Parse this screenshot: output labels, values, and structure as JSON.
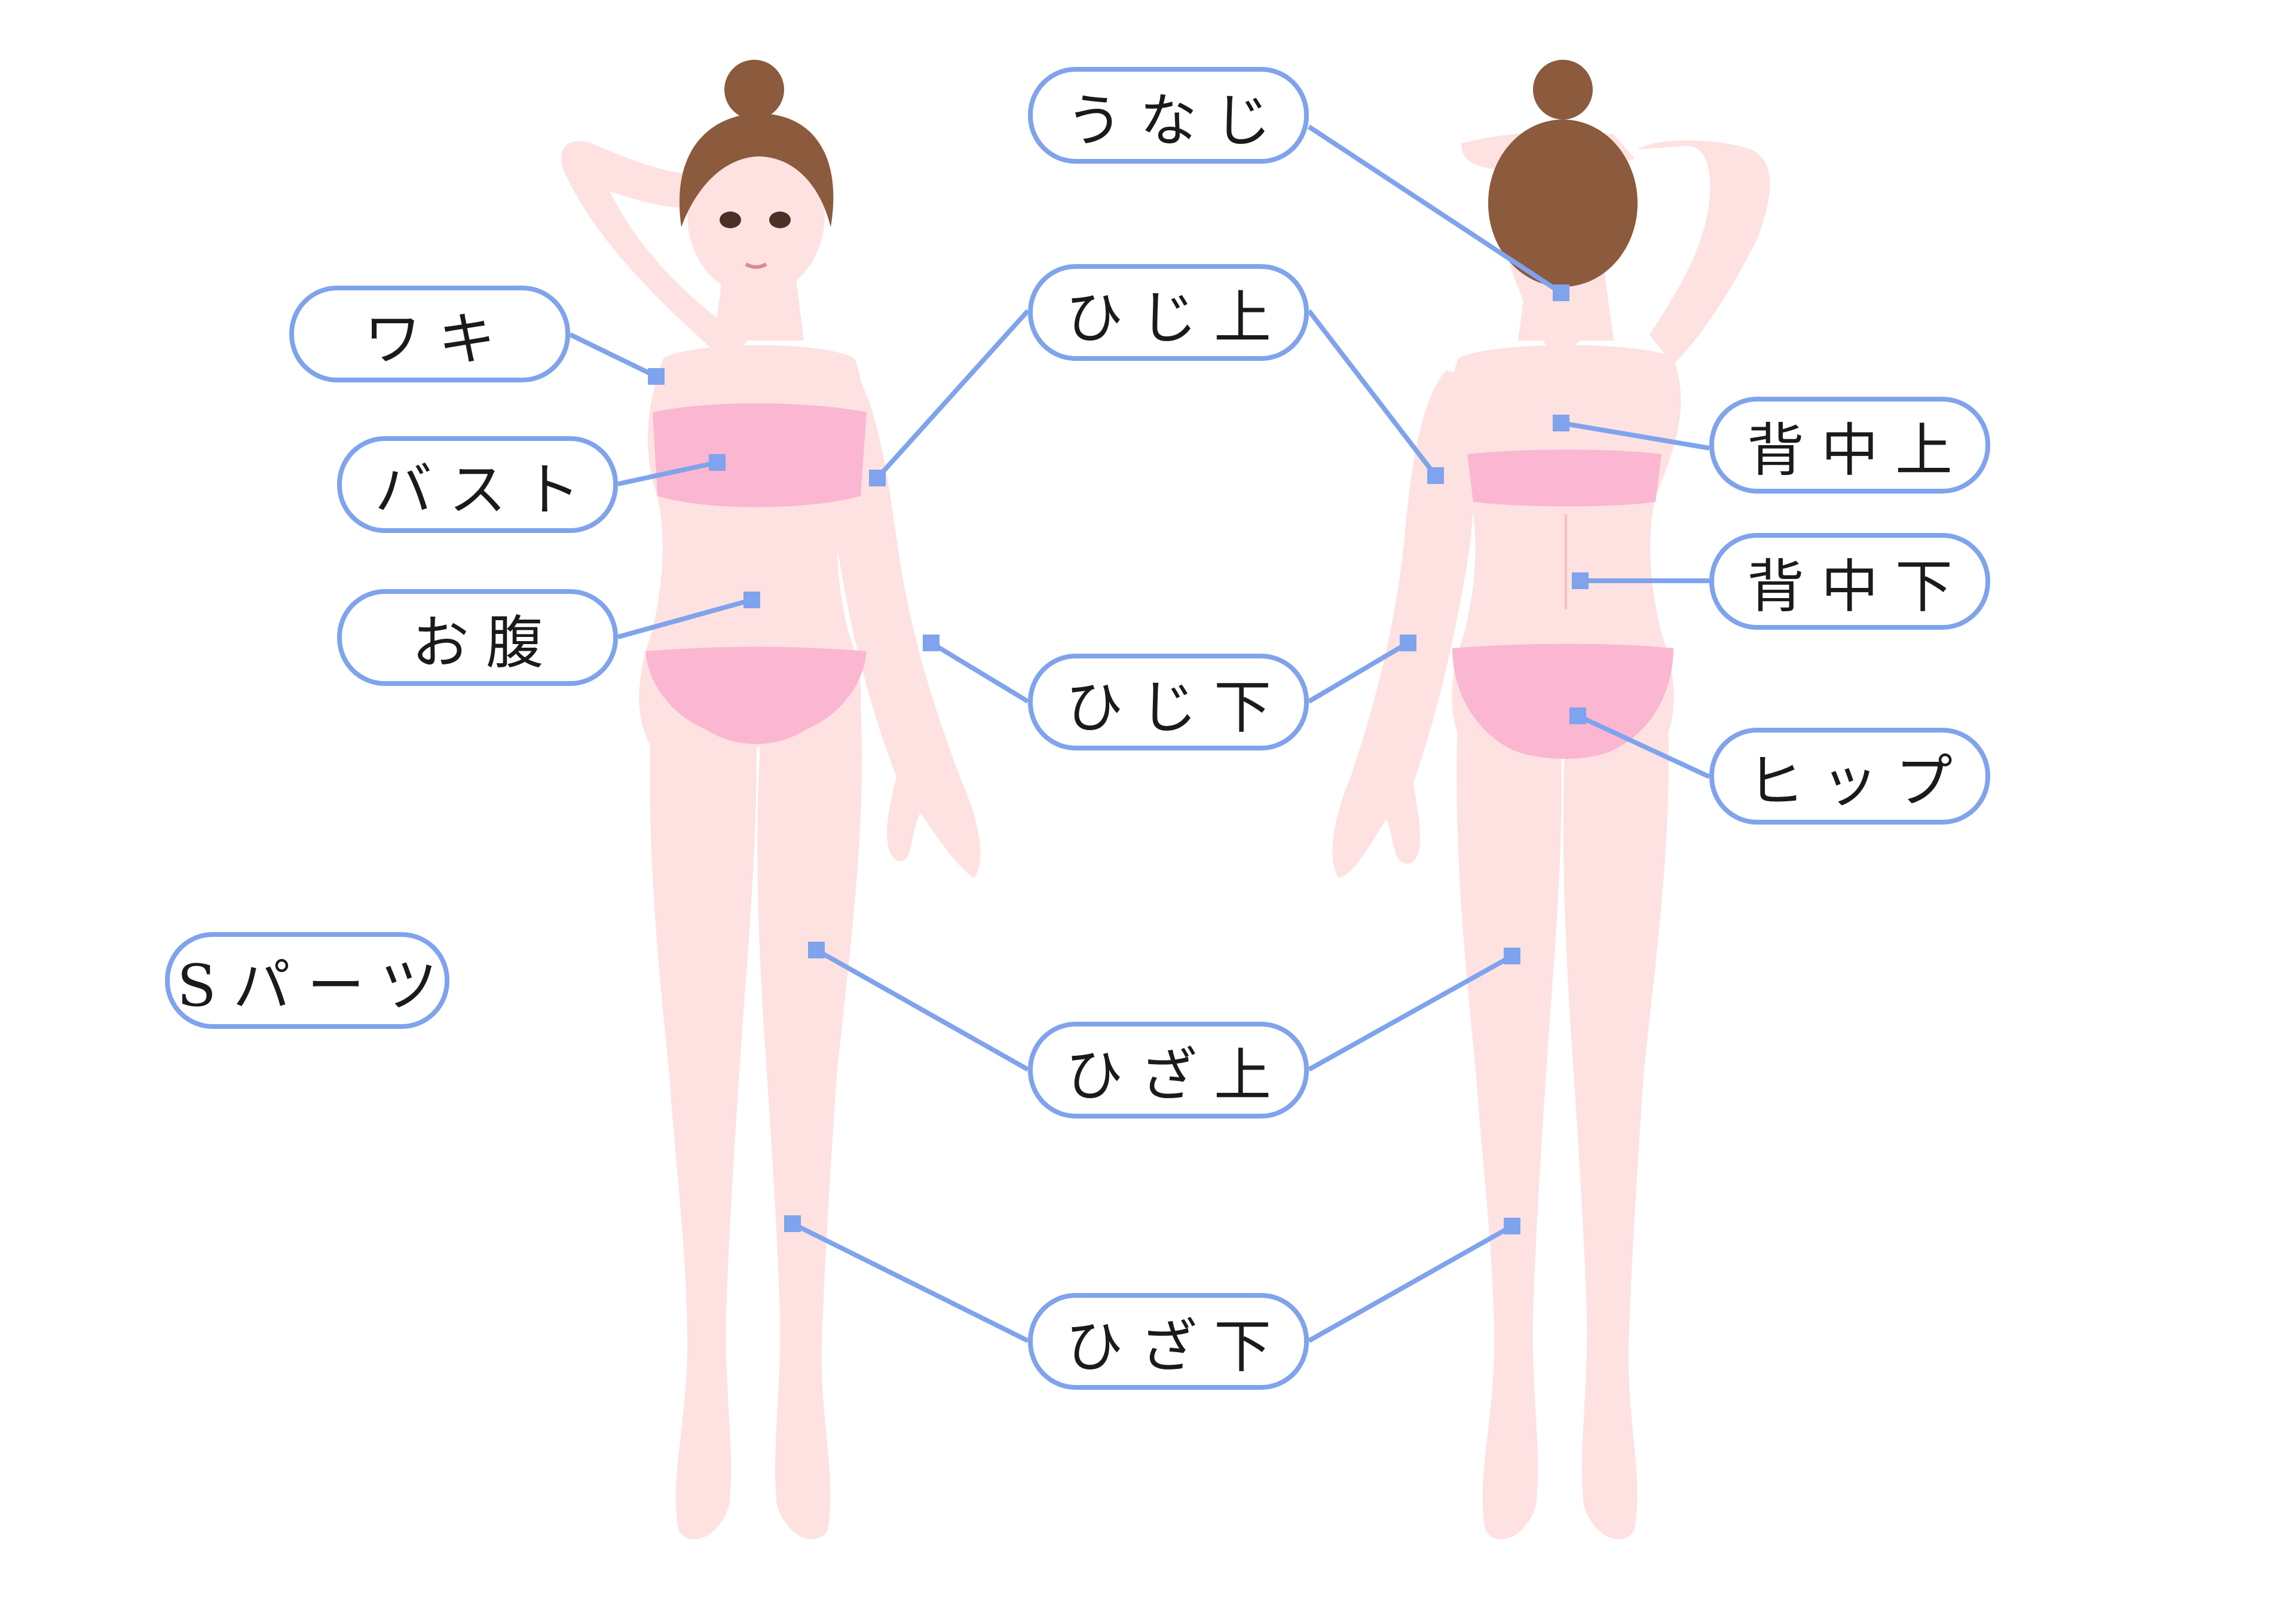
{
  "colors": {
    "skin": "#fde2e1",
    "skin_shadow": "#f7cfcd",
    "garment": "#fbb6d2",
    "hair": "#8c5a3c",
    "connector": "#7fa3ec",
    "background": "#ffffff"
  },
  "labels": {
    "unaji": "うなじ",
    "waki": "ワキ",
    "hiji_ue": "ひじ上",
    "senaka_ue": "背中上",
    "bust": "バスト",
    "senaka_shita": "背中下",
    "onaka": "お腹",
    "hiji_shita": "ひじ下",
    "hip": "ヒップ",
    "s_parts": "Sパーツ",
    "hiza_ue": "ひざ上",
    "hiza_shita": "ひざ下"
  },
  "icons": {
    "front_figure": "woman-front-figure",
    "back_figure": "woman-back-figure"
  }
}
